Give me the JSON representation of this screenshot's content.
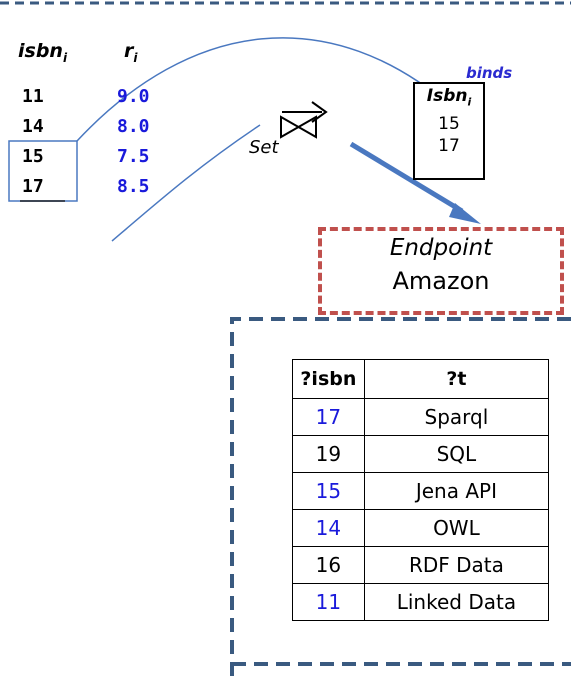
{
  "left_table": {
    "col1_header": "isbn",
    "col1_sub": "i",
    "col2_header": "r",
    "col2_sub": "i",
    "rows": [
      {
        "isbn": "11",
        "r": "9.0"
      },
      {
        "isbn": "14",
        "r": "8.0"
      },
      {
        "isbn": "15",
        "r": "7.5"
      },
      {
        "isbn": "17",
        "r": "8.5"
      }
    ]
  },
  "set_label": "Set",
  "binds": {
    "title": "binds",
    "header": "Isbn",
    "header_sub": "i",
    "values": [
      "15",
      "17"
    ]
  },
  "endpoint": {
    "title": "Endpoint",
    "name": "Amazon"
  },
  "results": {
    "headers": [
      "?isbn",
      "?t"
    ],
    "rows": [
      {
        "isbn": "17",
        "t": "Sparql",
        "highlight": true
      },
      {
        "isbn": "19",
        "t": "SQL",
        "highlight": false
      },
      {
        "isbn": "15",
        "t": "Jena API",
        "highlight": true
      },
      {
        "isbn": "14",
        "t": "OWL",
        "highlight": true
      },
      {
        "isbn": "16",
        "t": "RDF Data",
        "highlight": false
      },
      {
        "isbn": "11",
        "t": "Linked Data",
        "highlight": true
      }
    ]
  },
  "colors": {
    "highlight_text": "#1a1adb",
    "black_text": "#000000",
    "frame_dashed": "#3a5a80",
    "endpoint_dashed": "#c0504d",
    "arrow": "#4a78c0",
    "curve": "#4a78c0"
  }
}
